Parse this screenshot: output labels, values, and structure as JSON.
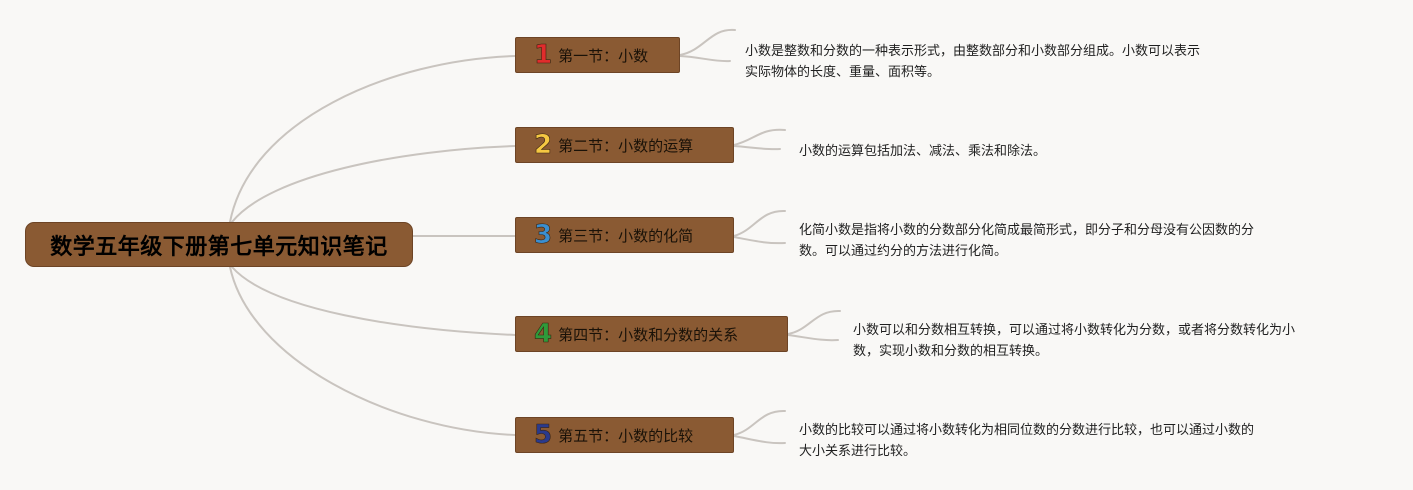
{
  "mindmap": {
    "root": {
      "title": "数学五年级下册第七单元知识笔记"
    },
    "sections": [
      {
        "number": "1",
        "number_color": "#e02c2c",
        "label": "第一节：小数",
        "note_lines": [
          "小数是整数和分数的一种表示形式，由整数部分和小数部分组成。小数可以表示",
          "实际物体的长度、重量、面积等。"
        ]
      },
      {
        "number": "2",
        "number_color": "#f5c842",
        "label": "第二节：小数的运算",
        "note_lines": [
          "小数的运算包括加法、减法、乘法和除法。"
        ]
      },
      {
        "number": "3",
        "number_color": "#3b8fd0",
        "label": "第三节：小数的化简",
        "note_lines": [
          "化简小数是指将小数的分数部分化简成最简形式，即分子和分母没有公因数的分",
          "数。可以通过约分的方法进行化简。"
        ]
      },
      {
        "number": "4",
        "number_color": "#2f9a3a",
        "label": "第四节：小数和分数的关系",
        "note_lines": [
          "小数可以和分数相互转换，可以通过将小数转化为分数，或者将分数转化为小",
          "数，实现小数和分数的相互转换。"
        ]
      },
      {
        "number": "5",
        "number_color": "#2a3a8c",
        "label": "第五节：小数的比较",
        "note_lines": [
          "小数的比较可以通过将小数转化为相同位数的分数进行比较，也可以通过小数的",
          "大小关系进行比较。"
        ]
      }
    ]
  }
}
